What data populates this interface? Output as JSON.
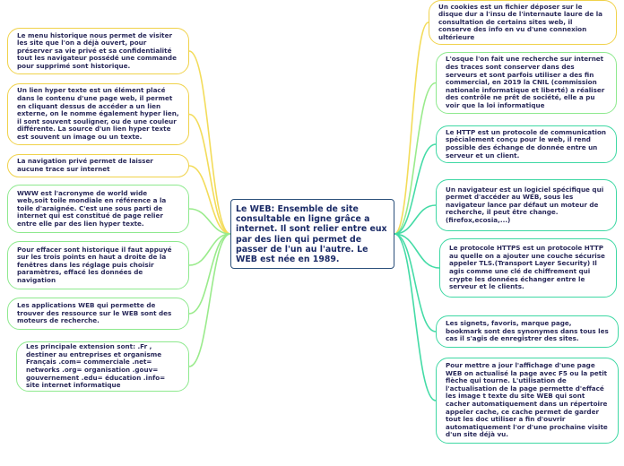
{
  "center_text": "Le WEB: Ensemble de site consultable en ligne grâce a internet. Il sont relier entre eux par des lien qui permet de passer de l'un au l'autre. Le WEB est née en 1989.",
  "left_nodes": [
    {
      "text": "Le menu historique nous permet de visiter les site que l'on a déjà ouvert, pour préserver sa vie privé et sa confidentialité tout les navigateur possédé une commande pour supprimé sont historique."
    },
    {
      "text": "Un lien hyper texte est un élément placé dans le contenu d'une page web, il permet en cliquant dessus de accéder a un lien externe, on le nomme également hyper lien, il sont souvent souligner, ou de une couleur différente. La source d'un lien hyper texte est souvent un image ou un texte."
    },
    {
      "text": "La navigation privé permet de laisser aucune trace sur internet"
    },
    {
      "text": "WWW est l'acronyme de world wide web,soit toile mondiale en référence a la toile d'araignée. C'est une sous parti de internet qui est constitué de page relier entre elle par des lien hyper texte."
    },
    {
      "text": "Pour effacer sont historique il faut appuyé sur les trois points en haut a droite de la fenêtres dans les réglage puis choisir paramètres, effacé les données de navigation"
    },
    {
      "text": "Les applications WEB qui permette de trouver des ressource sur le WEB sont des moteurs de recherche."
    },
    {
      "text": "Les principale extension sont: .Fr , destiner au entreprises et organisme Français .com= commerciale .net= networks .org= organisation .gouv= gouvernement .edu= éducation .info= site internet informatique"
    }
  ],
  "right_nodes": [
    {
      "text": "Un cookies est un fichier déposer sur le disque dur a l'insu de l'internaute laure de la consultation de certains sites web, il conserve des info en vu d'une connexion ultérieure"
    },
    {
      "text": "L'osque l'on fait une recherche sur internet des traces sont conserver dans des serveurs et sont parfois utiliser a des fin commercial, en 2019 la CNIL (commission nationale informatique et liberté) a réaliser des contrôle ne prêt de société, elle a pu voir que la loi informatique"
    },
    {
      "text": "Le HTTP est un protocole de communication spécialement conçu pour le web, il rend possible des échange de donnée entre un serveur et un client."
    },
    {
      "text": "Un navigateur est un logiciel spécifique qui permet d'accéder au WEB, sous les navigateur lance par défaut un moteur de recherche, il peut être change. (firefox,ecosia,...)"
    },
    {
      "text": "Le protocole HTTPS est un protocole HTTP au quelle on a ajouter une couche sécurise appeler TLS.(Transport Layer Security) Il agis comme une clé de chiffrement qui crypte les données échanger entre le serveur et le clients."
    },
    {
      "text": "Les signets, favoris, marque page, bookmark sont des synonymes dans tous les cas il s'agis de enregistrer des sites."
    },
    {
      "text": "Pour mettre a jour l'affichage d'une page WEB on actualisé la page avec F5 ou la petit flèche qui tourne. L'utilisation de l'actualisation de la page permette d'effacé les image t texte du site WEB qui sont cacher automatiquement dans un répertoire appeler cache, ce cache permet de garder tout les doc utiliser a fin d'ouvrir automatiquement l'or d'une prochaine visite d'un site déjà vu."
    }
  ]
}
